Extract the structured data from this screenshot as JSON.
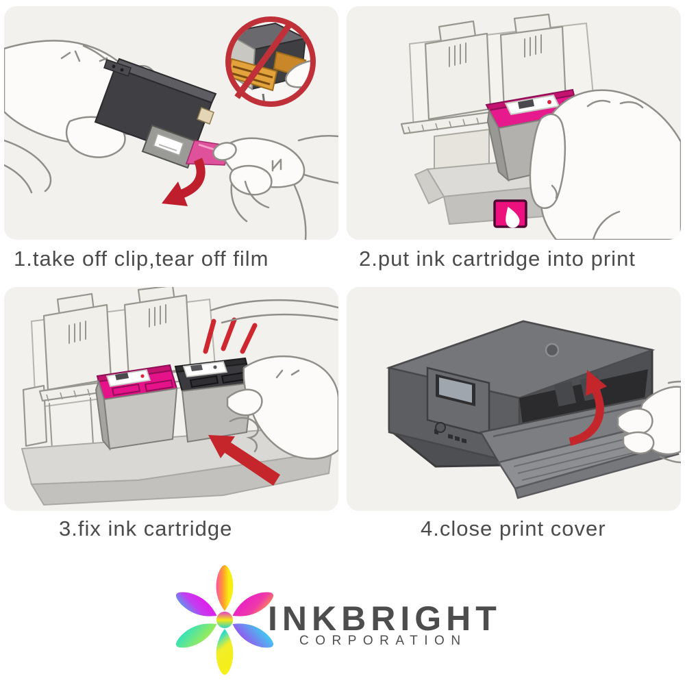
{
  "steps": [
    {
      "caption": "1.take off clip,tear off film",
      "icon": "remove-clip-film-illustration"
    },
    {
      "caption": "2.put ink cartridge into print",
      "icon": "insert-cartridge-illustration"
    },
    {
      "caption": "3.fix ink cartridge",
      "icon": "fix-cartridge-illustration"
    },
    {
      "caption": "4.close print cover",
      "icon": "close-print-cover-illustration"
    }
  ],
  "logo": {
    "name": "INKBRIGHT",
    "subtitle": "CORPORATION",
    "icon": "flower-logo-icon"
  },
  "colors": {
    "page_background": "#ffffff",
    "panel_background": "#f2f1ee",
    "caption_text": "#4b4b4b",
    "magenta_cartridge": "#e61a8c",
    "ink_square": "#ed107f",
    "arrow_red": "#c5262c",
    "prohibition_red": "#bf3038",
    "printer_gray": "#717276",
    "logo_text": "#4d4d4d"
  }
}
